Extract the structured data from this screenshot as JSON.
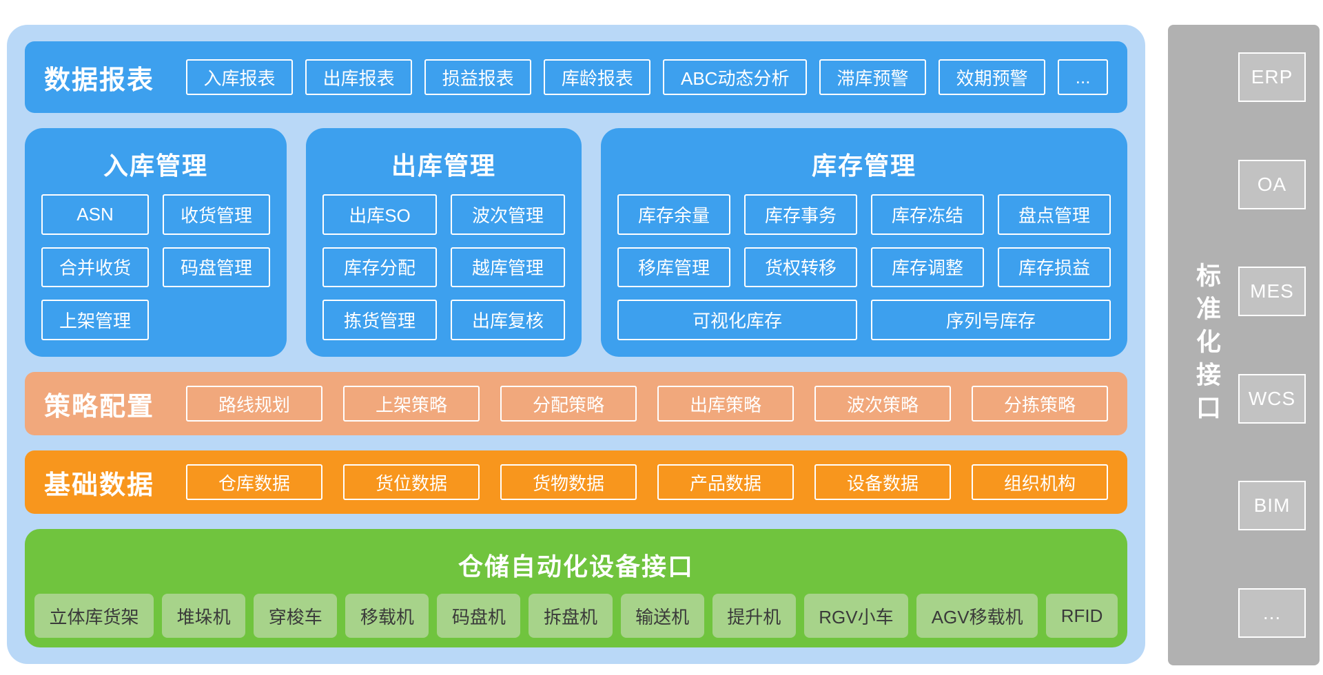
{
  "palette": {
    "container_bg": "#b9d8f7",
    "blue": "#3da0ee",
    "salmon": "#f1a87c",
    "orange": "#f8961d",
    "green": "#70c43e",
    "green_item_bg": "#a7d38a",
    "green_item_text": "#3a3a3a",
    "gray": "#b1b1b1",
    "gray_item_bg": "#c2c2c2"
  },
  "report_row": {
    "label": "数据报表",
    "items": [
      "入库报表",
      "出库报表",
      "损益报表",
      "库龄报表",
      "ABC动态分析",
      "滞库预警",
      "效期预警",
      "..."
    ]
  },
  "cards": [
    {
      "title": "入库管理",
      "items": [
        "ASN",
        "收货管理",
        "合并收货",
        "码盘管理",
        "上架管理"
      ]
    },
    {
      "title": "出库管理",
      "items": [
        "出库SO",
        "波次管理",
        "库存分配",
        "越库管理",
        "拣货管理",
        "出库复核"
      ]
    },
    {
      "title": "库存管理",
      "items": [
        "库存余量",
        "库存事务",
        "库存冻结",
        "盘点管理",
        "移库管理",
        "货权转移",
        "库存调整",
        "库存损益",
        "可视化库存",
        "序列号库存"
      ]
    }
  ],
  "strategy_row": {
    "label": "策略配置",
    "items": [
      "路线规划",
      "上架策略",
      "分配策略",
      "出库策略",
      "波次策略",
      "分拣策略"
    ]
  },
  "basic_row": {
    "label": "基础数据",
    "items": [
      "仓库数据",
      "货位数据",
      "货物数据",
      "产品数据",
      "设备数据",
      "组织机构"
    ]
  },
  "automation": {
    "title": "仓储自动化设备接口",
    "items": [
      "立体库货架",
      "堆垛机",
      "穿梭车",
      "移载机",
      "码盘机",
      "拆盘机",
      "输送机",
      "提升机",
      "RGV小车",
      "AGV移载机",
      "RFID"
    ]
  },
  "sidebar": {
    "label": "标准化接口",
    "items": [
      "ERP",
      "OA",
      "MES",
      "WCS",
      "BIM",
      "..."
    ]
  }
}
